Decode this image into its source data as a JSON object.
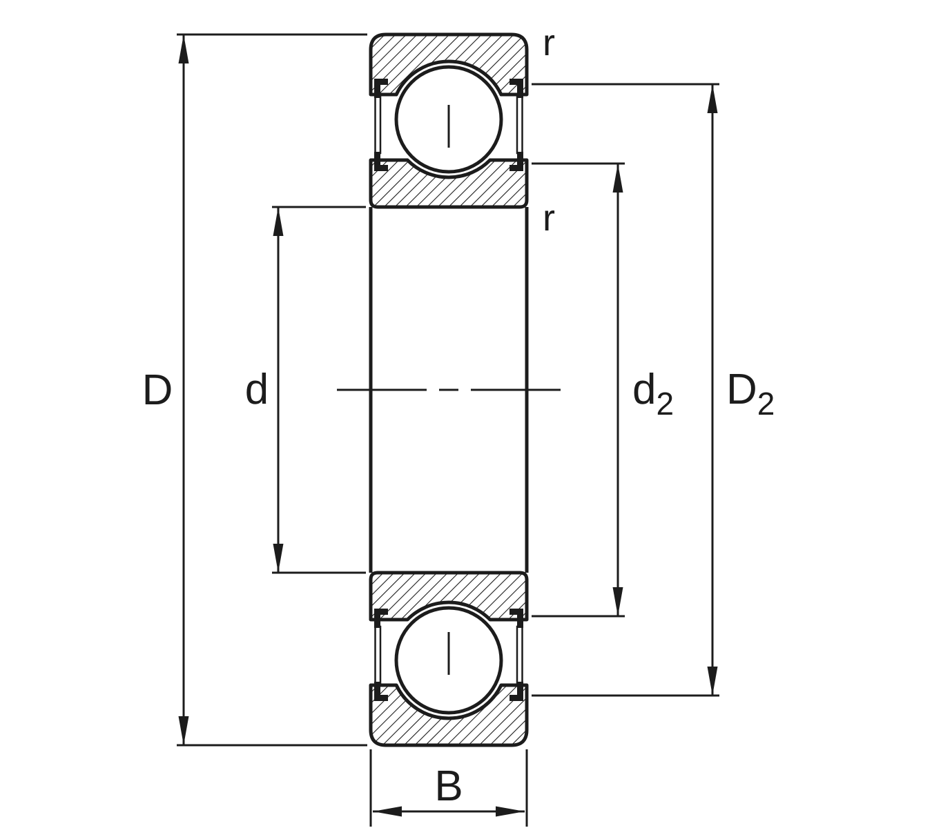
{
  "colors": {
    "ink": "#1c1c1c",
    "paper": "#ffffff"
  },
  "drawing": {
    "kind": "deep-groove-ball-bearing-cross-section",
    "labels": {
      "outer_diameter": "D",
      "bore_diameter": "d",
      "recess_inner_base": "d",
      "recess_inner_sub": "2",
      "recess_outer_base": "D",
      "recess_outer_sub": "2",
      "width": "B",
      "chamfer_outer": "r",
      "chamfer_inner": "r"
    }
  }
}
